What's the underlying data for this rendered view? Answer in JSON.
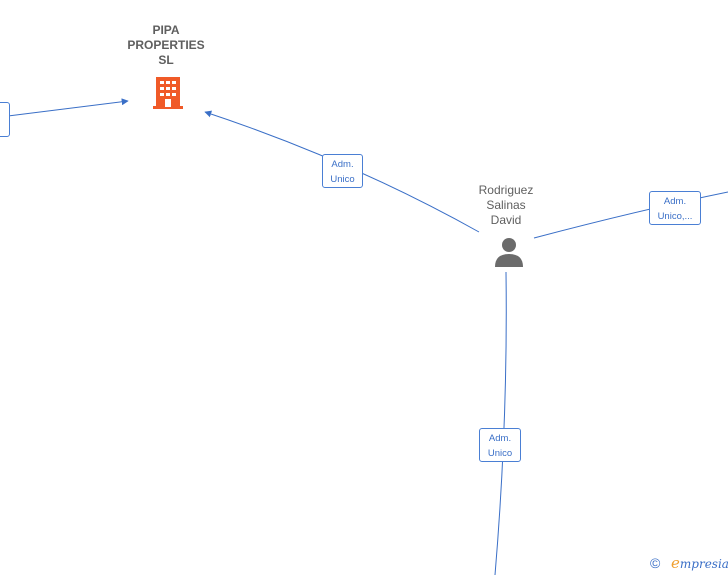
{
  "nodes": {
    "company": {
      "name_lines": [
        "PIPA",
        "PROPERTIES",
        "SL"
      ],
      "icon": "building-icon",
      "color": "#f05a28"
    },
    "person": {
      "name_lines": [
        "Rodriguez",
        "Salinas",
        "David"
      ],
      "icon": "person-icon",
      "color": "#6b6b6b"
    }
  },
  "edges": [
    {
      "id": "left",
      "label_lines": [
        "",
        ""
      ]
    },
    {
      "id": "company-person",
      "label_lines": [
        "Adm.",
        "Unico"
      ]
    },
    {
      "id": "right",
      "label_lines": [
        "Adm.",
        "Unico,..."
      ]
    },
    {
      "id": "bottom",
      "label_lines": [
        "Adm.",
        "Unico"
      ]
    }
  ],
  "edge_color": "#3a6fc7",
  "footer": {
    "copyright_symbol": "©",
    "brand_initial": "e",
    "brand_rest": "mpresia"
  }
}
